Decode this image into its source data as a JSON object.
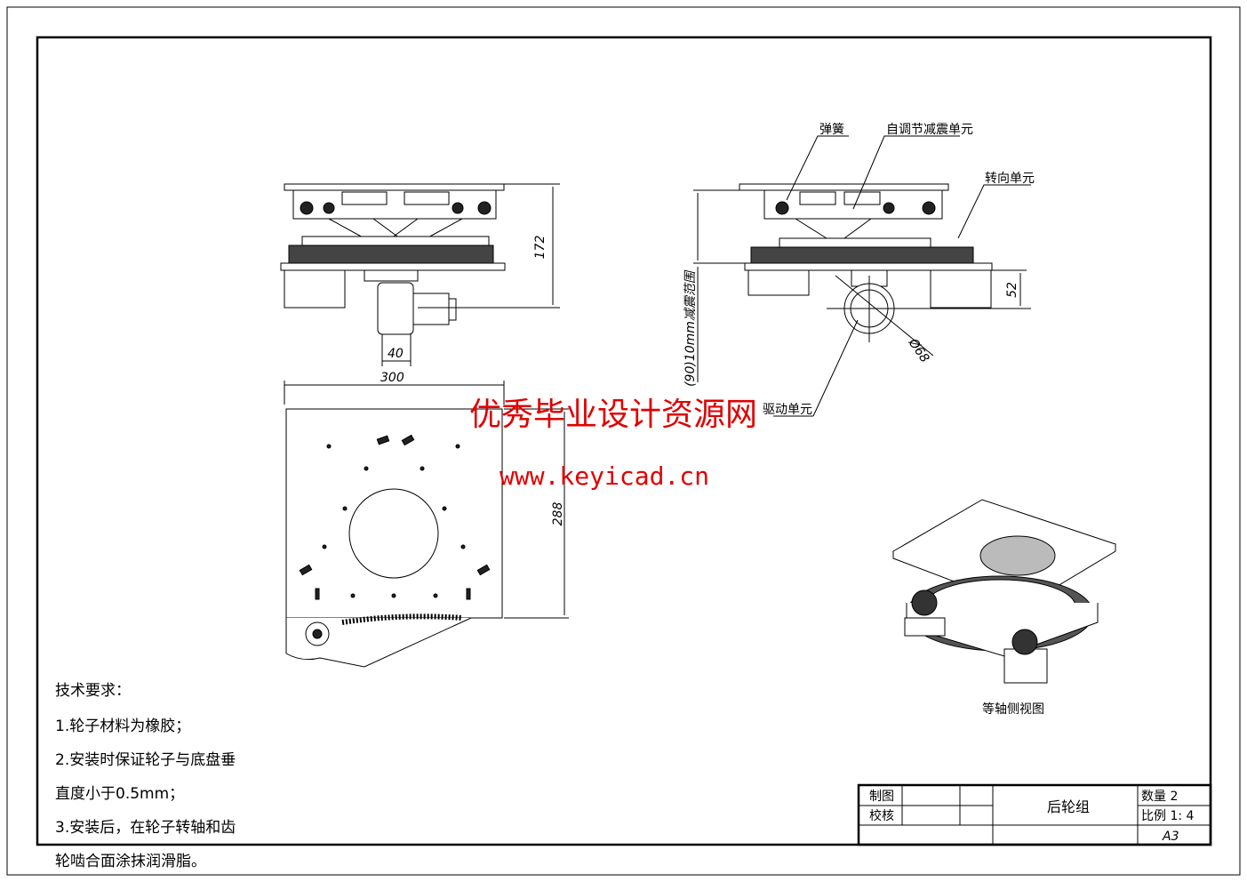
{
  "labels": {
    "spring": "弹簧",
    "self_adjust_damping": "自调节减震单元",
    "steering_unit": "转向单元",
    "drive_unit": "驱动单元",
    "isometric_caption": "等轴侧视图"
  },
  "dimensions": {
    "height_front": "172",
    "wheel_width": "40",
    "width_top": "300",
    "depth_top": "288",
    "wheel_offset": "52",
    "wheel_diameter": "Ø68",
    "damping_range": "(90)10mm减震范围"
  },
  "notes": {
    "title": "技术要求：",
    "lines": [
      "1.轮子材料为橡胶；",
      "2.安装时保证轮子与底盘垂",
      "直度小于0.5mm；",
      "3.安装后，在轮子转轴和齿",
      "轮啮合面涂抹润滑脂。"
    ]
  },
  "title_block": {
    "drawn_by": "制图",
    "checked_by": "校核",
    "part_name": "后轮组",
    "quantity": "数量 2",
    "scale": "比例 1: 4",
    "sheet_size": "A3"
  },
  "watermark": {
    "site_name": "优秀毕业设计资源网",
    "url": "www.keyicad.cn"
  }
}
